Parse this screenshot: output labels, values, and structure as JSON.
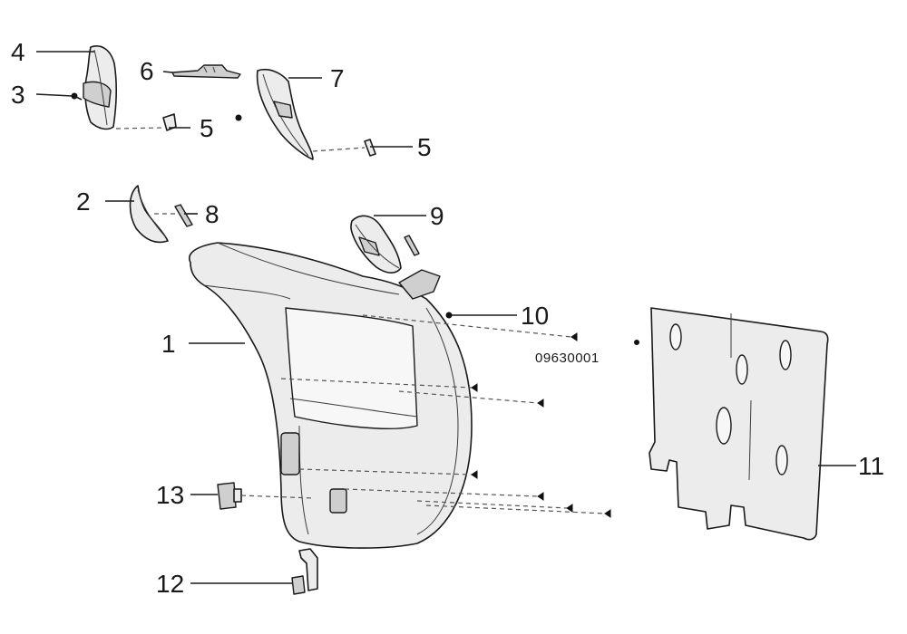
{
  "callouts": {
    "c1": "1",
    "c2": "2",
    "c3": "3",
    "c4": "4",
    "c5a": "5",
    "c5b": "5",
    "c6": "6",
    "c7": "7",
    "c8": "8",
    "c9": "9",
    "c10": "10",
    "c11": "11",
    "c12": "12",
    "c13": "13"
  },
  "part_code": "09630001"
}
